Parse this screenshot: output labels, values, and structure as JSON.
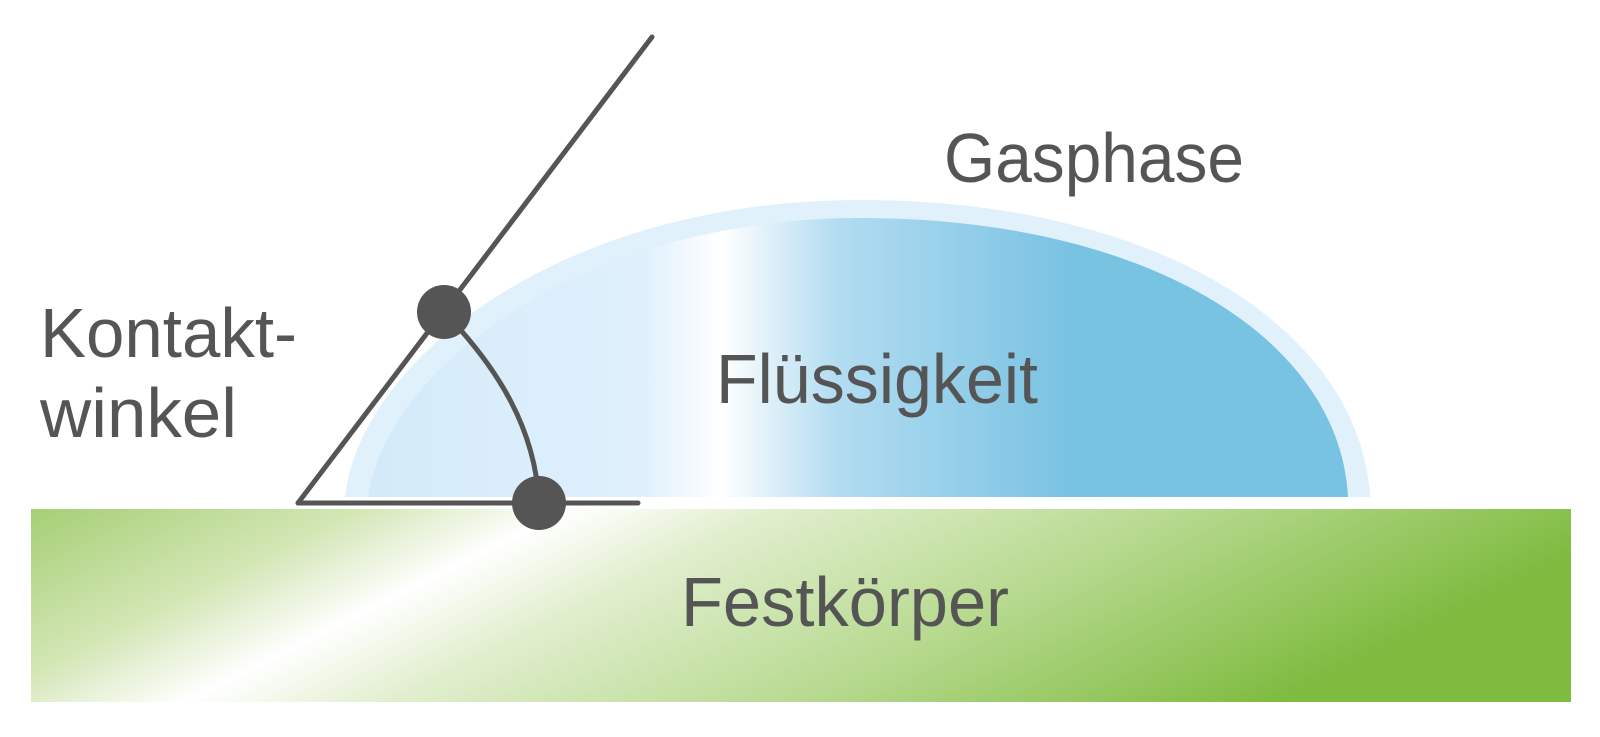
{
  "title": "Kontaktwinkel diagram",
  "labels": {
    "gas": "Gasphase",
    "liquid": "Flüssigkeit",
    "solid": "Festkörper",
    "angle_line1": "Kontakt-",
    "angle_line2": "winkel"
  },
  "colors": {
    "text": "#555555",
    "line": "#555555",
    "liquid_light": "#d4eaf9",
    "liquid_dark": "#78c2e2",
    "liquid_rim": "#e1f1fc",
    "solid_light": "#f8fbf2",
    "solid_dark": "#7ebb3f"
  }
}
